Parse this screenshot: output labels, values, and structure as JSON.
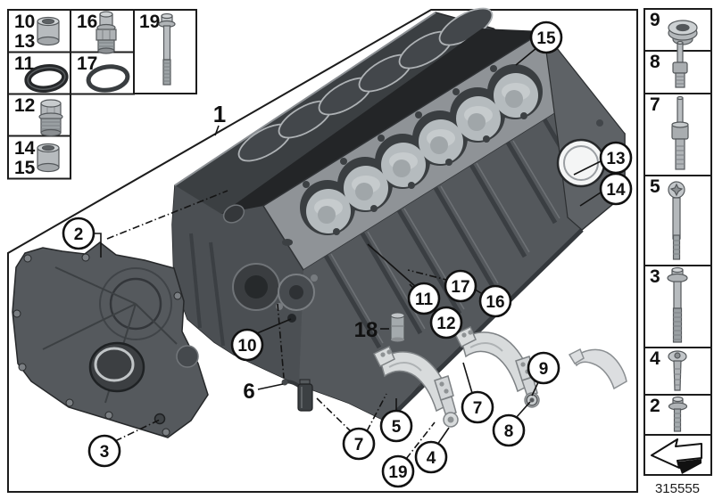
{
  "diagram_id": "315555",
  "title": "engine-block-parts-diagram",
  "colors": {
    "background": "#ffffff",
    "line": "#1c1c1c",
    "block_dark": "#4a4e52",
    "block_side": "#54585c",
    "block_front": "#4b4f53",
    "deck_dark": "#3b3f42",
    "valley": "#232527",
    "gasket": "#8f9397",
    "bore_ring": "#32363a",
    "piston": "#b5bbbe",
    "bracket": "#d8dbdc",
    "part_metal": "#b7bbbe"
  },
  "inset_grid": {
    "boxes": [
      {
        "labels": [
          "10",
          "13"
        ],
        "part": "alignment-sleeve"
      },
      {
        "labels": [
          "16"
        ],
        "part": "screw-fitting"
      },
      {
        "labels": [
          "19"
        ],
        "part": "collar-bolt-long"
      },
      {
        "labels": [
          "11"
        ],
        "part": "o-ring-small"
      },
      {
        "labels": [
          "17"
        ],
        "part": "o-ring-large"
      },
      {
        "labels": [
          "12"
        ],
        "part": "screw-plug"
      },
      {
        "labels": [
          "14",
          "15"
        ],
        "part": "dowel-sleeve"
      }
    ]
  },
  "side_column": {
    "boxes": [
      {
        "label": "9",
        "part": "sealing-grommet"
      },
      {
        "label": "8",
        "part": "stud-short"
      },
      {
        "label": "7",
        "part": "stud-long"
      },
      {
        "label": "5",
        "part": "cylinder-head-bolt"
      },
      {
        "label": "3",
        "part": "flange-bolt-long"
      },
      {
        "label": "4",
        "part": "fillister-screw"
      },
      {
        "label": "2",
        "part": "flange-bolt-short"
      }
    ],
    "footer_icon": "direction-arrow"
  },
  "callouts": [
    {
      "n": "15"
    },
    {
      "n": "13"
    },
    {
      "n": "14"
    },
    {
      "n": "2"
    },
    {
      "n": "3"
    },
    {
      "n": "10"
    },
    {
      "n": "11"
    },
    {
      "n": "17"
    },
    {
      "n": "16"
    },
    {
      "n": "12"
    },
    {
      "n": "7"
    },
    {
      "n": "5"
    },
    {
      "n": "19"
    },
    {
      "n": "4"
    },
    {
      "n": "7"
    },
    {
      "n": "8"
    },
    {
      "n": "9"
    }
  ],
  "plain_labels": [
    {
      "n": "1"
    },
    {
      "n": "18"
    },
    {
      "n": "6"
    }
  ]
}
